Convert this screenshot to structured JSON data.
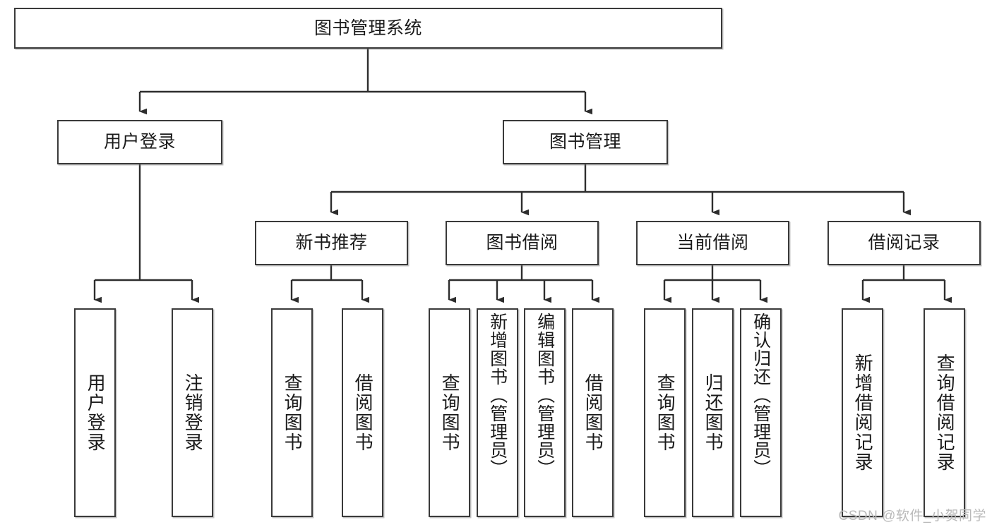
{
  "diagram": {
    "title": "图书管理系统",
    "type": "tree-hierarchy-chart",
    "watermark": "CSDN @软件_小贺同学",
    "colors": {
      "background": "#ffffff",
      "node_border": "#3a3a3a",
      "node_fill": "#ffffff",
      "connector": "#2d2d2d",
      "text": "#1a1a1a",
      "watermark": "#b9b9b9"
    }
  },
  "nodes": {
    "root": {
      "label": "图书管理系统"
    },
    "level2": [
      {
        "id": "user-login",
        "label": "用户登录"
      },
      {
        "id": "book-management",
        "label": "图书管理"
      }
    ],
    "level3": [
      {
        "id": "new-book-recommend",
        "label": "新书推荐"
      },
      {
        "id": "book-borrow",
        "label": "图书借阅"
      },
      {
        "id": "current-borrow",
        "label": "当前借阅"
      },
      {
        "id": "borrow-record",
        "label": "借阅记录"
      }
    ],
    "leaves": {
      "user_login": [
        {
          "id": "leaf-user-login",
          "label": "用户登录"
        },
        {
          "id": "leaf-logout-login",
          "label": "注销登录"
        }
      ],
      "new_book_recommend": [
        {
          "id": "leaf-query-book-1",
          "label": "查询图书"
        },
        {
          "id": "leaf-borrow-book-1",
          "label": "借阅图书"
        }
      ],
      "book_borrow": [
        {
          "id": "leaf-query-book-2",
          "label": "查询图书"
        },
        {
          "id": "leaf-add-book",
          "label": "新增图书（管理员）"
        },
        {
          "id": "leaf-edit-book",
          "label": "编辑图书（管理员）"
        },
        {
          "id": "leaf-borrow-book-2",
          "label": "借阅图书"
        }
      ],
      "current_borrow": [
        {
          "id": "leaf-query-book-3",
          "label": "查询图书"
        },
        {
          "id": "leaf-return-book",
          "label": "归还图书"
        },
        {
          "id": "leaf-confirm-return",
          "label": "确认归还（管理员）"
        }
      ],
      "borrow_record": [
        {
          "id": "leaf-add-borrow-record",
          "label": "新增借阅记录"
        },
        {
          "id": "leaf-query-borrow-record",
          "label": "查询借阅记录"
        }
      ]
    }
  }
}
